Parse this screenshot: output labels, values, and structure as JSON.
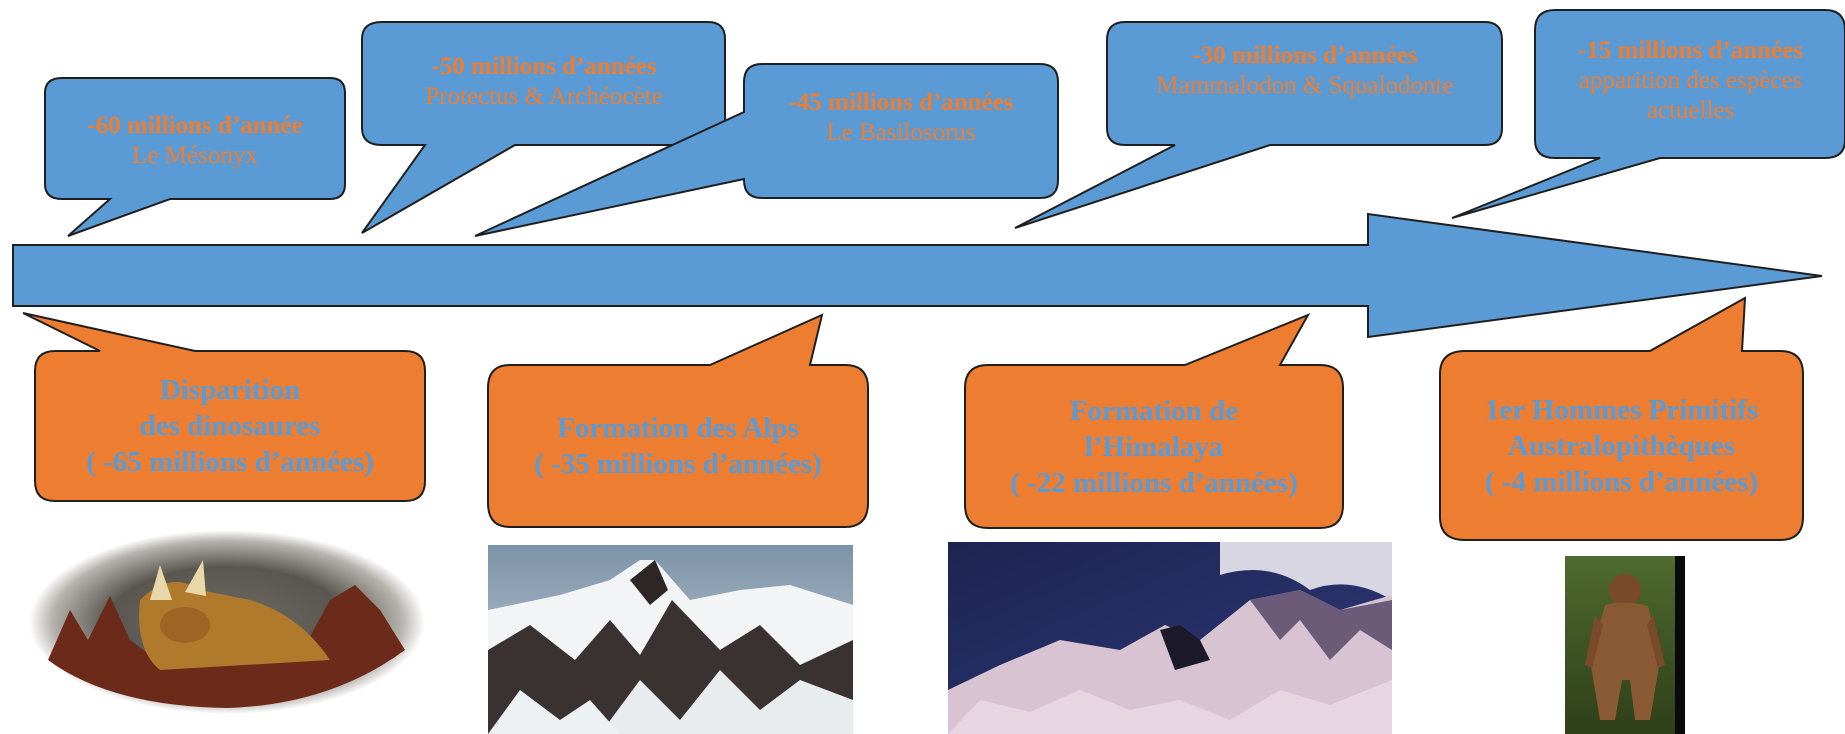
{
  "colors": {
    "arrow": "#5b9bd5",
    "blue_callout": "#5b9bd5",
    "orange_callout": "#ed7d31",
    "outline": "#1f1f1f"
  },
  "top_events": [
    {
      "title": "-60 millions d’année",
      "subtitle": "Le Mésonyx"
    },
    {
      "title": "-50 millions d’années",
      "subtitle": "Protectus & Archéocète"
    },
    {
      "title": "-45 millions d’années",
      "subtitle": "Le Basilosorus"
    },
    {
      "title": "-30 millions d’années",
      "subtitle": "Mammalodon & Squalodonte"
    },
    {
      "title": "-15 millions d’années",
      "subtitle": "apparition des espèces actuelles"
    }
  ],
  "bottom_events": [
    {
      "lines": [
        "Disparition",
        "des dinosaures",
        "( -65 millions d’années)"
      ],
      "image": "triceratops-dinosaur"
    },
    {
      "lines": [
        "Formation des Alps",
        "( -35 millions d’années)"
      ],
      "image": "alps-mountains"
    },
    {
      "lines": [
        "Formation de",
        "l’Himalaya",
        "( -22 millions d’années)"
      ],
      "image": "himalaya-mountains"
    },
    {
      "lines": [
        "1er Hommes Primitifs",
        "Australopithèques",
        "( -4 millions d’années)"
      ],
      "image": "australopithecus"
    }
  ]
}
